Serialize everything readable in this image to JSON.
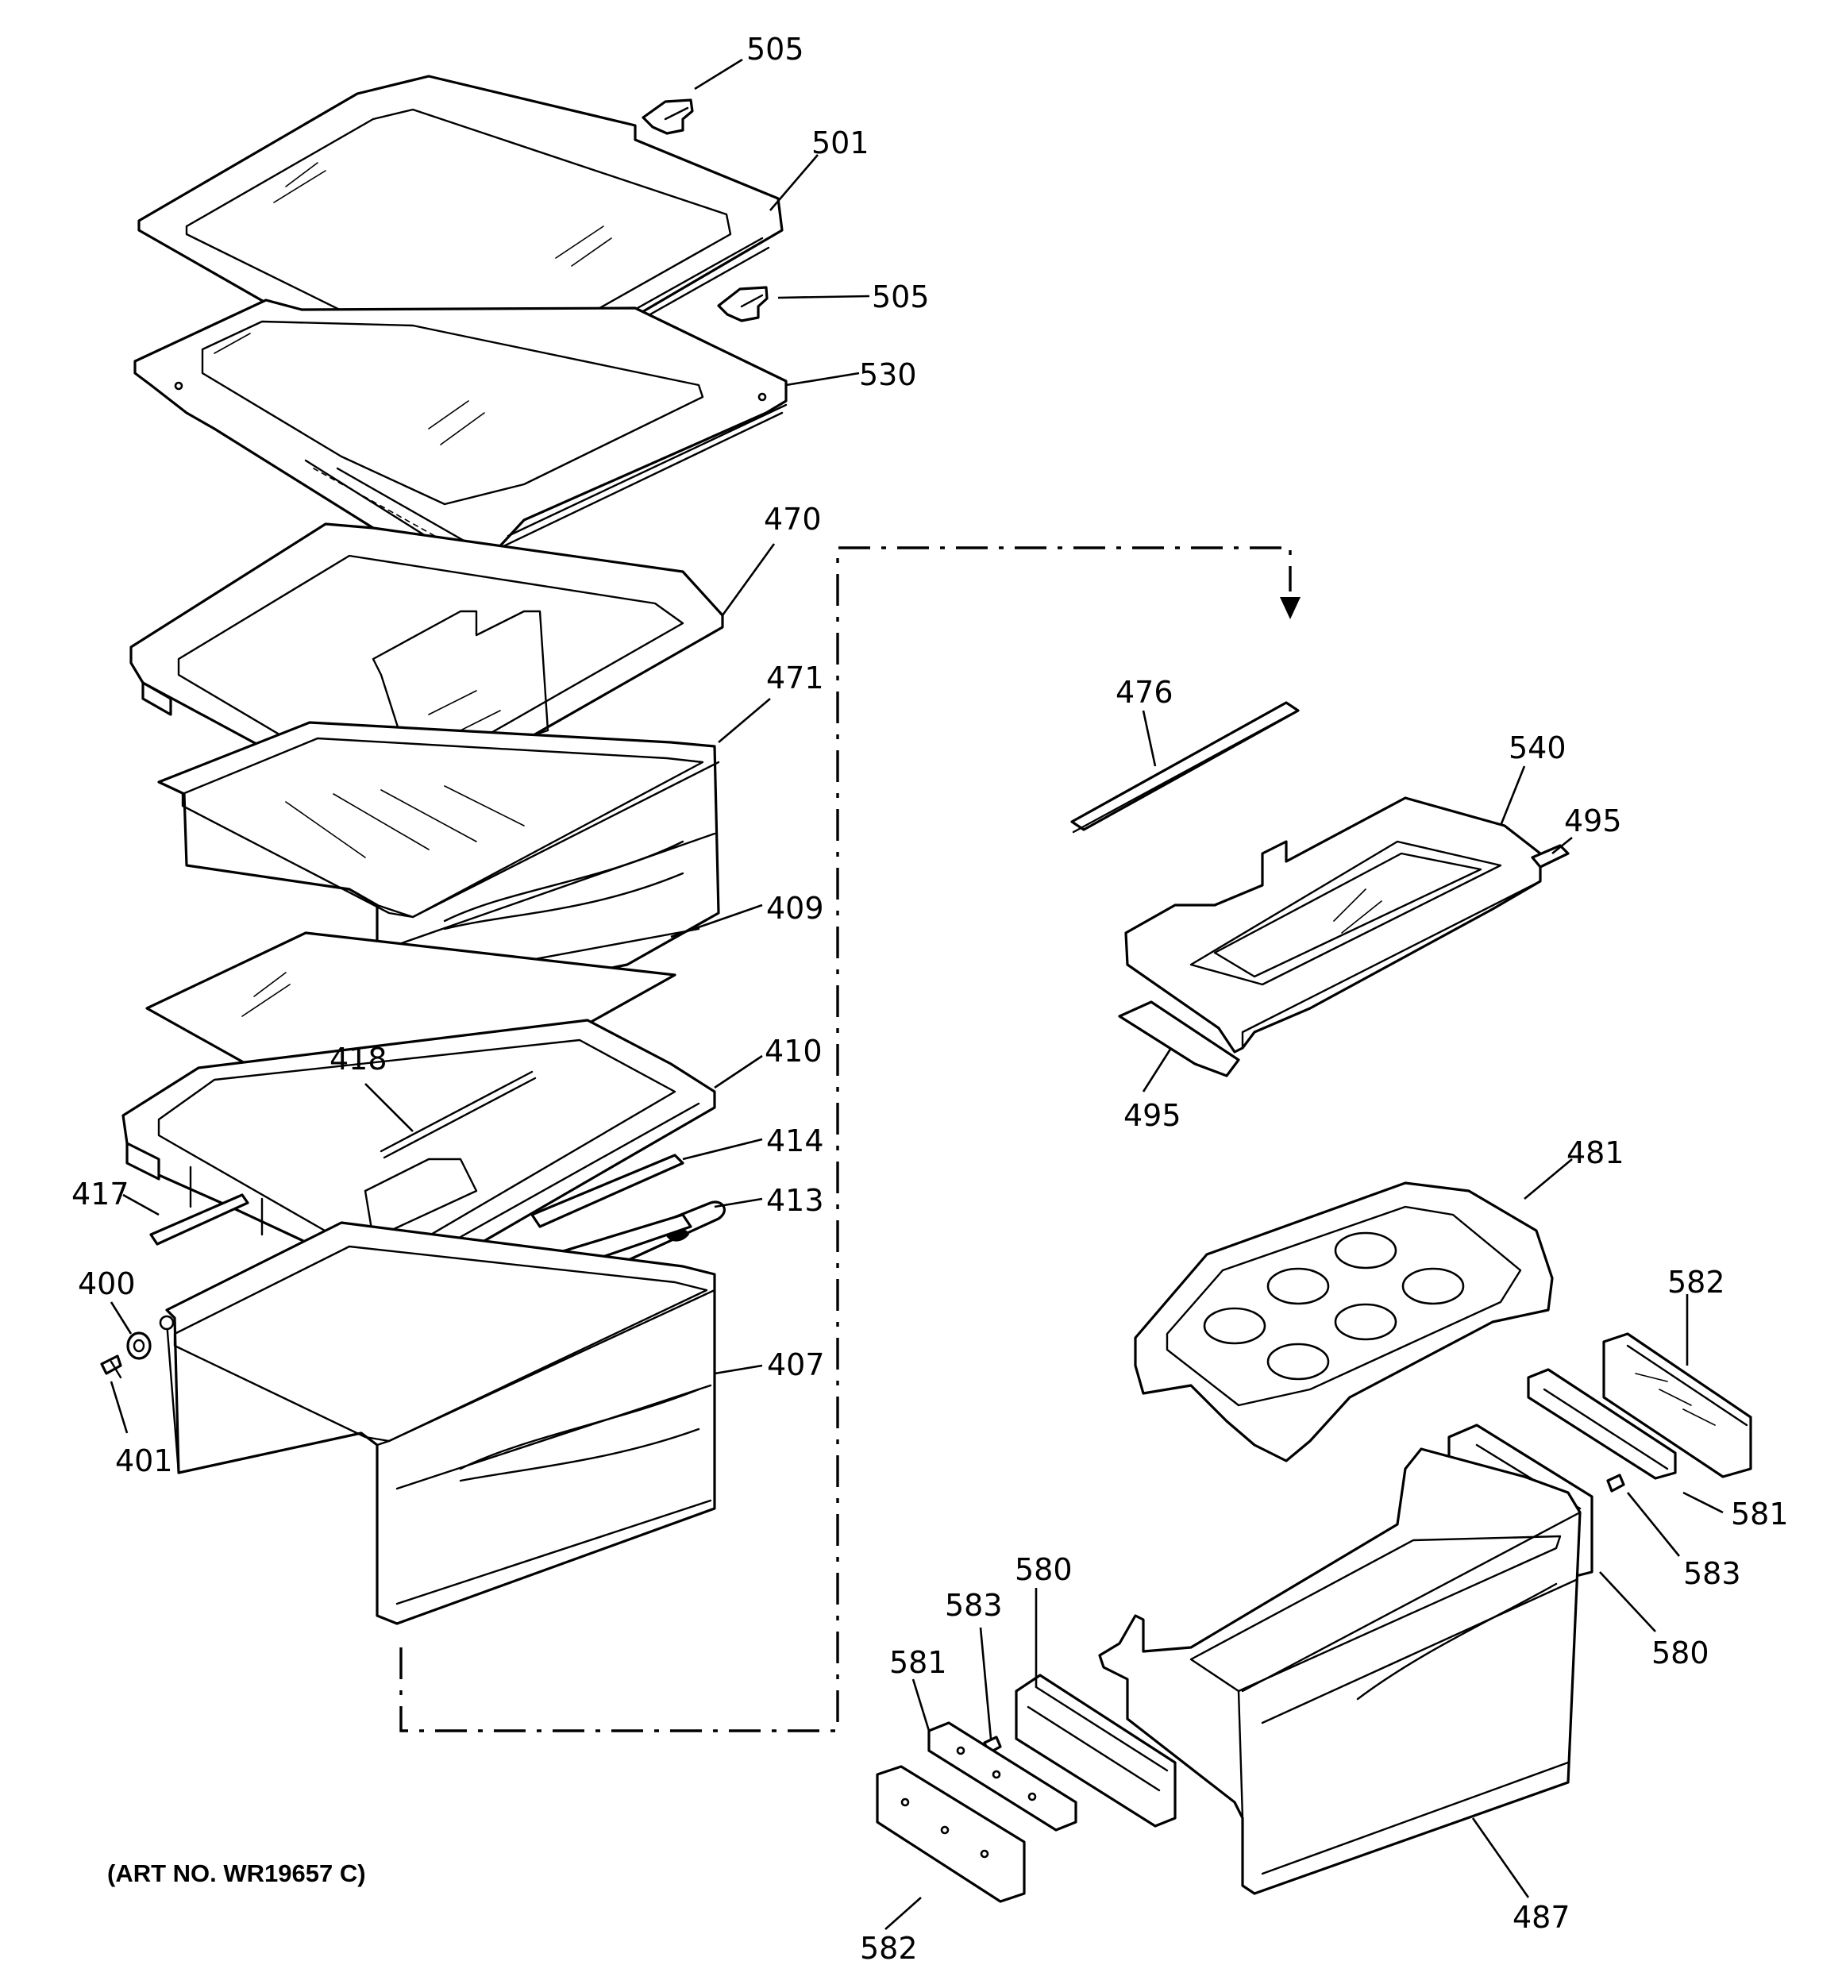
{
  "art_number": "(ART NO. WR19657 C)",
  "callouts": {
    "c505_top": "505",
    "c501": "501",
    "c505_mid": "505",
    "c530": "530",
    "c470": "470",
    "c471": "471",
    "c409": "409",
    "c418": "418",
    "c410": "410",
    "c414": "414",
    "c417": "417",
    "c413": "413",
    "c400": "400",
    "c407": "407",
    "c401": "401",
    "c476": "476",
    "c540": "540",
    "c495_right": "495",
    "c495_bottom": "495",
    "c481": "481",
    "c582_right": "582",
    "c581_right": "581",
    "c583_right": "583",
    "c580_right": "580",
    "c580_left": "580",
    "c583_left": "583",
    "c581_left": "581",
    "c582_bottom": "582",
    "c487": "487"
  }
}
